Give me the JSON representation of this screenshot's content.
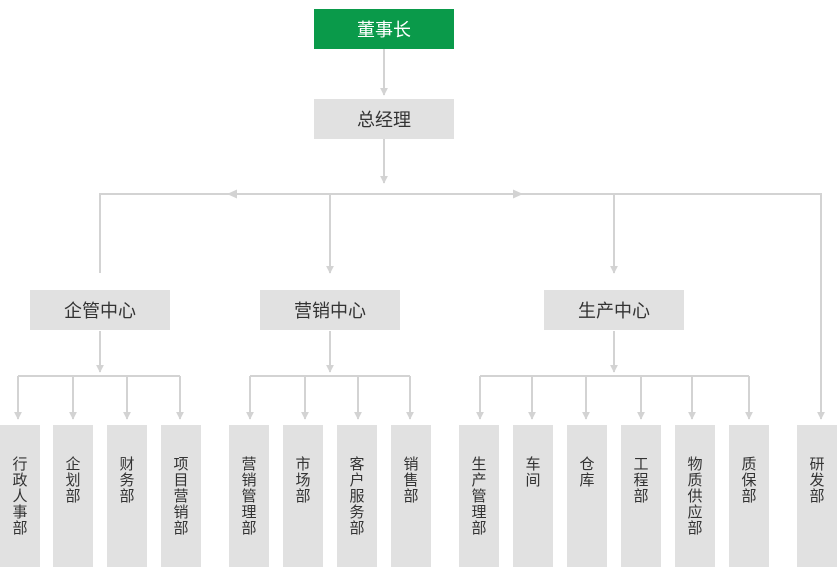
{
  "org": {
    "chairman": "董事长",
    "general_manager": "总经理",
    "centers": [
      {
        "name": "企管中心",
        "departments": [
          "行政人事部",
          "企划部",
          "财务部",
          "项目营销部"
        ]
      },
      {
        "name": "营销中心",
        "departments": [
          "营销管理部",
          "市场部",
          "客户服务部",
          "销售部"
        ]
      },
      {
        "name": "生产中心",
        "departments": [
          "生产管理部",
          "车间",
          "仓库",
          "工程部",
          "物质供应部",
          "质保部"
        ]
      }
    ],
    "standalone_department": "研发部"
  },
  "colors": {
    "root_fill": "#0a9a4a",
    "box_fill": "#e1e1e1",
    "line": "#d3d3d3",
    "text": "#333333"
  }
}
